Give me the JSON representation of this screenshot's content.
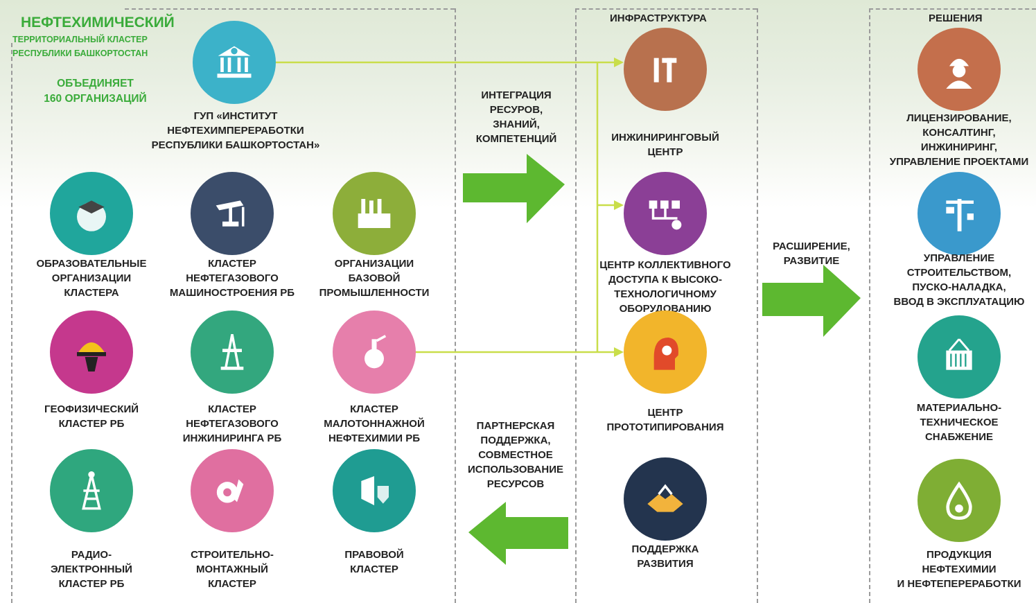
{
  "header": {
    "title": "НЕФТЕХИМИЧЕСКИЙ",
    "subtitle1": "ТЕРРИТОРИАЛЬНЫЙ КЛАСТЕР",
    "subtitle2": "РЕСПУБЛИКИ БАШКОРТОСТАН",
    "count_line1": "ОБЪЕДИНЯЕТ",
    "count_line2": "160 ОРГАНИЗАЦИЙ"
  },
  "institute": {
    "line1": "ГУП «ИНСТИТУТ",
    "line2": "НЕФТЕХИМПЕРЕРАБОТКИ",
    "line3": "РЕСПУБЛИКИ БАШКОРТОСТАН»",
    "icon": "institute-building-icon",
    "color": "#3cb2c9"
  },
  "members": [
    {
      "lines": [
        "ОБРАЗОВАТЕЛЬНЫЕ",
        "ОРГАНИЗАЦИИ",
        "КЛАСТЕРА"
      ],
      "icon": "graduation-globe-icon",
      "color": "#20a69c"
    },
    {
      "lines": [
        "КЛАСТЕР",
        "НЕФТЕГАЗОВОГО",
        "МАШИНОСТРОЕНИЯ РБ"
      ],
      "icon": "oil-pump-icon",
      "color": "#3b4d6a"
    },
    {
      "lines": [
        "ОРГАНИЗАЦИИ",
        "БАЗОВОЙ",
        "ПРОМЫШЛЕННОСТИ"
      ],
      "icon": "factory-icon",
      "color": "#8dae3a"
    },
    {
      "lines": [
        "ГЕОФИЗИЧЕСКИЙ",
        "КЛАСТЕР РБ"
      ],
      "icon": "hardhat-worker-icon",
      "color": "#c5388d"
    },
    {
      "lines": [
        "КЛАСТЕР",
        "НЕФТЕГАЗОВОГО",
        "ИНЖИНИРИНГА РБ"
      ],
      "icon": "drilling-rig-icon",
      "color": "#33a77e"
    },
    {
      "lines": [
        "КЛАСТЕР",
        "МАЛОТОННАЖНОЙ",
        "НЕФТЕХИМИИ РБ"
      ],
      "icon": "chemistry-flask-icon",
      "color": "#e67fab"
    },
    {
      "lines": [
        "РАДИО-",
        "ЭЛЕКТРОННЫЙ",
        "КЛАСТЕР РБ"
      ],
      "icon": "radio-tower-icon",
      "color": "#2fa77e"
    },
    {
      "lines": [
        "СТРОИТЕЛЬНО-",
        "МОНТАЖНЫЙ",
        "КЛАСТЕР"
      ],
      "icon": "wrench-gear-icon",
      "color": "#e06fa0"
    },
    {
      "lines": [
        "ПРАВОВОЙ",
        "КЛАСТЕР"
      ],
      "icon": "legal-shield-icon",
      "color": "#1f9c92"
    }
  ],
  "flows": {
    "integration": [
      "ИНТЕГРАЦИЯ",
      "РЕСУРОВ,",
      "ЗНАНИЙ,",
      "КОМПЕТЕНЦИЙ"
    ],
    "partner": [
      "ПАРТНЕРСКАЯ",
      "ПОДДЕРЖКА,",
      "СОВМЕСТНОЕ",
      "ИСПОЛЬЗОВАНИЕ",
      "РЕСУРСОВ"
    ],
    "expansion": [
      "РАСШИРЕНИЕ,",
      "РАЗВИТИЕ"
    ],
    "arrow_color": "#5db830",
    "connector_color": "#c9de4a"
  },
  "infrastructure": {
    "heading": "ИНФРАСТРУКТУРА",
    "items": [
      {
        "lines": [
          "ИНЖИНИРИНГОВЫЙ",
          "ЦЕНТР"
        ],
        "icon": "it-engineering-icon",
        "color": "#b8714e"
      },
      {
        "lines": [
          "ЦЕНТР КОЛЛЕКТИВНОГО",
          "ДОСТУПА К ВЫСОКО-",
          "ТЕХНОЛОГИЧНОМУ",
          "ОБОРУДОВАНИЮ"
        ],
        "icon": "equipment-network-icon",
        "color": "#8b3f96"
      },
      {
        "lines": [
          "ЦЕНТР",
          "ПРОТОТИПИРОВАНИЯ"
        ],
        "icon": "head-idea-icon",
        "color": "#f2b52b"
      },
      {
        "lines": [
          "ПОДДЕРЖКА",
          "РАЗВИТИЯ"
        ],
        "icon": "handshake-icon",
        "color": "#23344e"
      }
    ]
  },
  "solutions": {
    "heading": "РЕШЕНИЯ",
    "items": [
      {
        "lines": [
          "ЛИЦЕНЗИРОВАНИЕ,",
          "КОНСАЛТИНГ,",
          "ИНЖИНИРИНГ,",
          "УПРАВЛЕНИЕ ПРОЕКТАМИ"
        ],
        "icon": "engineer-icon",
        "color": "#c46f4c"
      },
      {
        "lines": [
          "УПРАВЛЕНИЕ",
          "СТРОИТЕЛЬСТВОМ,",
          "ПУСКО-НАЛАДКА,",
          "ВВОД В ЭКСПЛУАТАЦИЮ"
        ],
        "icon": "crane-icon",
        "color": "#3a99cc"
      },
      {
        "lines": [
          "МАТЕРИАЛЬНО-",
          "ТЕХНИЧЕСКОЕ",
          "СНАБЖЕНИЕ"
        ],
        "icon": "container-icon",
        "color": "#24a38d"
      },
      {
        "lines": [
          "ПРОДУКЦИЯ",
          "НЕФТЕХИМИИ",
          "И НЕФТЕПЕРЕРАБОТКИ"
        ],
        "icon": "oil-drop-icon",
        "color": "#7fae34"
      }
    ]
  }
}
